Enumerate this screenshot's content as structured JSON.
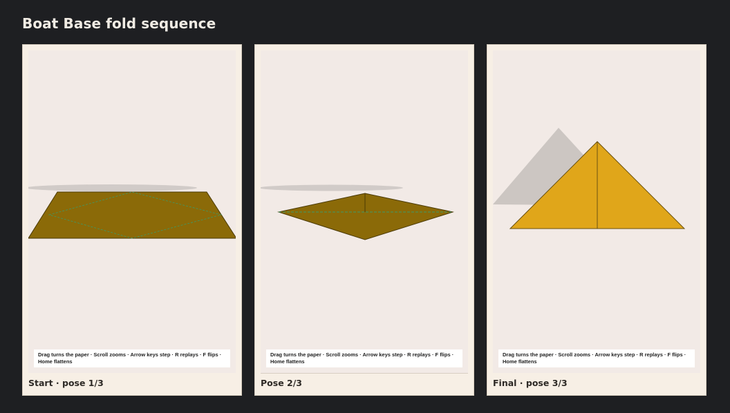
{
  "page": {
    "title": "Boat Base fold sequence"
  },
  "help_text": "Drag turns the paper · Scroll zooms · Arrow keys step · R replays · F flips · Home flattens",
  "colors": {
    "background": "#1e1f22",
    "panel": "#f7efe5",
    "viewport": "#f2eae6",
    "paper_back": "#8b6a08",
    "paper_front": "#e0a61a",
    "crease": "#3c9a6a",
    "shadow": "#c9c4c0"
  },
  "panels": [
    {
      "caption": "Start · pose 1/3"
    },
    {
      "caption": "Pose 2/3"
    },
    {
      "caption": "Final · pose 3/3"
    }
  ]
}
